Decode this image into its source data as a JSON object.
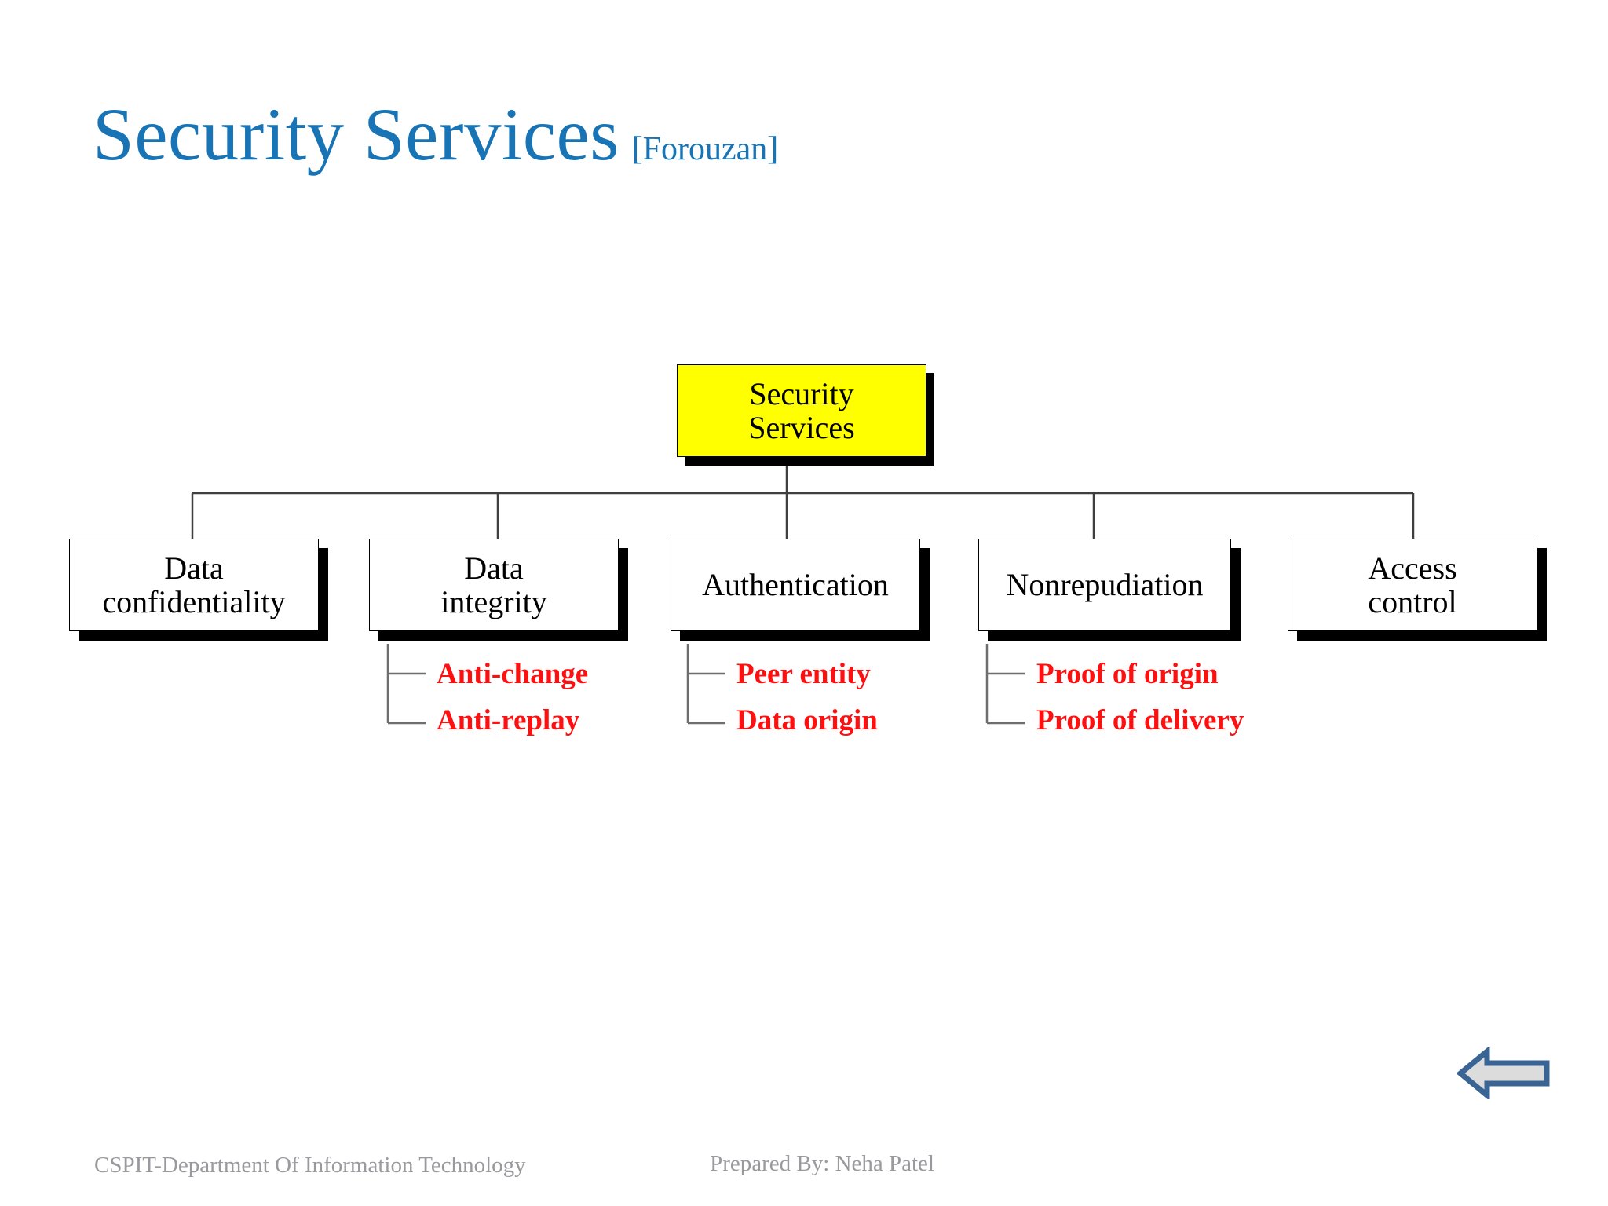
{
  "slide": {
    "background_color": "#FFFFFF",
    "title": "Security Services",
    "title_annotation": "[Forouzan]",
    "title_color": "#1874B4"
  },
  "diagram": {
    "type": "tree",
    "root": {
      "label_line1": "Security",
      "label_line2": "Services",
      "fill_color": "#FFFF00",
      "border_color": "#000000",
      "text_color": "#000000"
    },
    "children": [
      {
        "label_line1": "Data",
        "label_line2": "confidentiality",
        "fill_color": "#FFFFFF",
        "sub_items": []
      },
      {
        "label_line1": "Data",
        "label_line2": "integrity",
        "fill_color": "#FFFFFF",
        "sub_items": [
          "Anti-change",
          "Anti-replay"
        ]
      },
      {
        "label_line1": "Authentication",
        "label_line2": "",
        "fill_color": "#FFFFFF",
        "sub_items": [
          "Peer entity",
          "Data origin"
        ]
      },
      {
        "label_line1": "Nonrepudiation",
        "label_line2": "",
        "fill_color": "#FFFFFF",
        "sub_items": [
          "Proof of origin",
          "Proof of delivery"
        ]
      },
      {
        "label_line1": "Access",
        "label_line2": "control",
        "fill_color": "#FFFFFF",
        "sub_items": []
      }
    ],
    "sub_item_color": "#FF1010",
    "connector_color": "#3F3F3F"
  },
  "controls": {
    "back_arrow": {
      "icon": "arrow-left-icon",
      "fill_color": "#DCDCDC",
      "stroke_color": "#3A6494"
    }
  },
  "footer": {
    "left": "CSPIT-Department Of Information Technology",
    "right": "Prepared By: Neha Patel",
    "color": "#9A9A9E"
  }
}
